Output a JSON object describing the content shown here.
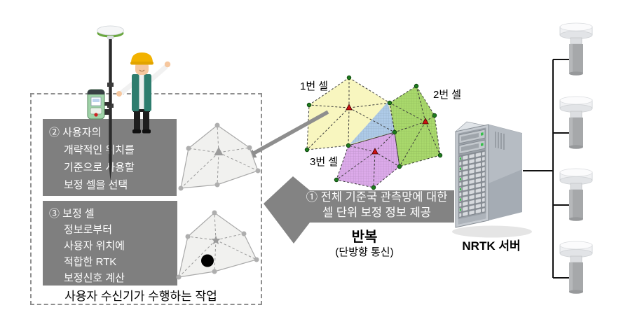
{
  "labels": {
    "cell1": "1번 셀",
    "cell2": "2번 셀",
    "cell3": "3번 셀",
    "server": "NRTK 서버",
    "repeat": "반복",
    "repeat_sub": "(단방향 통신)",
    "user_box_caption": "사용자 수신기가 수행하는 작업"
  },
  "steps": {
    "step1": {
      "lines": [
        "① 전체 기준국 관측망에 대한",
        "셀 단위 보정 정보 제공"
      ]
    },
    "step2": {
      "lines": [
        "② 사용자의",
        "개략적인 위치를",
        "기준으로 사용할",
        "보정 셀을 선택"
      ]
    },
    "step3": {
      "lines": [
        "③ 보정 셀",
        "정보로부터",
        "사용자 위치에",
        "적합한 RTK",
        "보정신호 계산"
      ]
    }
  },
  "colors": {
    "cell1_fill": "#f8f6bf",
    "cell2_fill": "#a9d96c",
    "cell3_fill": "#dcaaea",
    "overlap_fill": "#aecbe8",
    "station_dot": "#1e7a1e",
    "cell_center_marker": "#cc1111",
    "step_box_bg": "#7f7f7f",
    "flow_arrow": "#838383"
  }
}
